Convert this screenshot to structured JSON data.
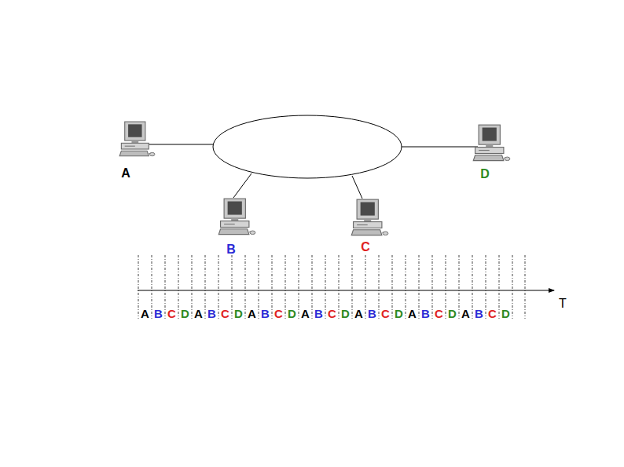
{
  "diagram": {
    "labels": [
      "A",
      "D",
      "B",
      "C",
      "A",
      "B",
      "C",
      "D",
      "A",
      "B",
      "C",
      "D",
      "A",
      "B",
      "C",
      "D",
      "A",
      "B",
      "C",
      "D",
      "A",
      "B",
      "C",
      "D",
      "A",
      "B",
      "C",
      "D",
      "A",
      "B",
      "C",
      "D",
      "T"
    ]
  }
}
